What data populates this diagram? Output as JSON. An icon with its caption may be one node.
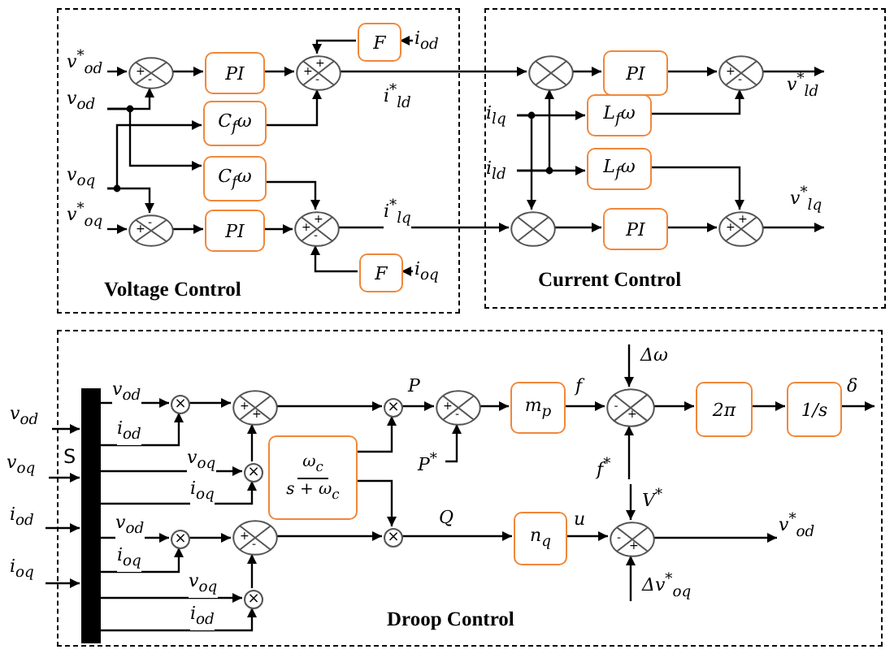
{
  "diagram": {
    "nodes": [
      {
        "text": [
          "Voltage Control"
        ]
      },
      {
        "text": [
          "v$^{*}$$_{od}$"
        ],
        "in": 0
      },
      {
        "text": [
          "v$_{od}$"
        ],
        "in": 0
      },
      {
        "text": [
          "v$_{oq}$"
        ],
        "in": 0
      },
      {
        "text": [
          "v$^{*}$$_{oq}$"
        ],
        "in": 0
      },
      {
        "text": [
          "+",
          "-"
        ],
        "in": 0
      },
      {
        "text": [
          "PI"
        ],
        "in": 0
      },
      {
        "text": [
          "C$_{f}$ω"
        ],
        "in": 0
      },
      {
        "text": [
          "C$_{f}$ω"
        ],
        "in": 0
      },
      {
        "text": [
          "+",
          "-"
        ],
        "in": 0
      },
      {
        "text": [
          "PI"
        ],
        "in": 0
      },
      {
        "text": [
          "F"
        ],
        "in": 0
      },
      {
        "text": [
          "i$_{od}$"
        ],
        "in": 0
      },
      {
        "text": [
          "+",
          "+",
          "-"
        ],
        "in": 0
      },
      {
        "text": [
          "+",
          "+",
          "-"
        ],
        "in": 0
      },
      {
        "text": [
          "F"
        ],
        "in": 0
      },
      {
        "text": [
          "i$_{oq}$"
        ],
        "in": 0
      },
      {
        "text": [
          "Current Control"
        ]
      },
      {
        "text": [],
        "shape": "circle",
        "in": 17
      },
      {
        "text": [
          "PI"
        ],
        "in": 17
      },
      {
        "text": [
          "i$_{lq}$"
        ],
        "in": 17
      },
      {
        "text": [
          "i$_{ld}$"
        ],
        "in": 17
      },
      {
        "text": [
          "L$_{f}$ω"
        ],
        "in": 17
      },
      {
        "text": [
          "L$_{f}$ω"
        ],
        "in": 17
      },
      {
        "text": [],
        "shape": "circle",
        "in": 17
      },
      {
        "text": [
          "PI"
        ],
        "in": 17
      },
      {
        "text": [
          "+",
          "-"
        ],
        "in": 17
      },
      {
        "text": [
          "+",
          "+"
        ],
        "in": 17
      },
      {
        "text": [
          "Droop Control"
        ]
      },
      {
        "text": [
          "v$_{od}$"
        ]
      },
      {
        "text": [
          "v$_{oq}$"
        ]
      },
      {
        "text": [
          "i$_{od}$"
        ]
      },
      {
        "text": [
          "i$_{oq}$"
        ]
      },
      {
        "text": [],
        "shape": "bar",
        "in": 28,
        "beside": [
          "S"
        ]
      },
      {
        "text": [
          "×"
        ],
        "in": 28
      },
      {
        "text": [
          "×"
        ],
        "in": 28
      },
      {
        "text": [
          "×"
        ],
        "in": 28
      },
      {
        "text": [
          "×"
        ],
        "in": 28
      },
      {
        "text": [
          "+",
          "+"
        ],
        "in": 28
      },
      {
        "text": [
          "+",
          "-"
        ],
        "in": 28
      },
      {
        "text": [
          "ω$_{c}$",
          "s + ω$_{c}$"
        ],
        "in": 28
      },
      {
        "text": [
          "×"
        ],
        "in": 28
      },
      {
        "text": [
          "×"
        ],
        "in": 28
      },
      {
        "text": [
          "+",
          "-"
        ],
        "in": 28
      },
      {
        "text": [
          "P$^{*}$"
        ],
        "in": 28
      },
      {
        "text": [
          "m$_{p}$"
        ],
        "in": 28
      },
      {
        "text": [
          "Δω"
        ],
        "in": 28
      },
      {
        "text": [
          "f$^{*}$"
        ],
        "in": 28
      },
      {
        "text": [
          "-",
          "+"
        ],
        "in": 28
      },
      {
        "text": [
          "2π"
        ],
        "in": 28
      },
      {
        "text": [
          "1/s"
        ],
        "in": 28
      },
      {
        "text": [
          "n$_{q}$"
        ],
        "in": 28
      },
      {
        "text": [
          "V$^{*}$"
        ],
        "in": 28
      },
      {
        "text": [
          "Δv$^{*}$$_{oq}$"
        ],
        "in": 28
      },
      {
        "text": [
          "-",
          "+"
        ],
        "in": 28
      },
      {
        "text": [
          "v$^{*}$$_{ld}$"
        ],
        "in": 17
      },
      {
        "text": [
          "v$^{*}$$_{lq}$"
        ],
        "in": 17
      },
      {
        "text": [
          "δ"
        ],
        "in": 28
      },
      {
        "text": [
          "v$^{*}$$_{od}$"
        ],
        "in": 28
      }
    ],
    "edges": [
      {
        "from": 1,
        "to": 5,
        "arrow": "to"
      },
      {
        "from": 2,
        "to": 5,
        "arrow": "to"
      },
      {
        "from": 2,
        "to": 8,
        "arrow": "to"
      },
      {
        "from": 3,
        "to": 7,
        "arrow": "to"
      },
      {
        "from": 3,
        "to": 9,
        "arrow": "to"
      },
      {
        "from": 4,
        "to": 9,
        "arrow": "to"
      },
      {
        "from": 5,
        "to": 6,
        "arrow": "to"
      },
      {
        "from": 6,
        "to": 13,
        "arrow": "to"
      },
      {
        "from": 7,
        "to": 13,
        "arrow": "to"
      },
      {
        "from": 12,
        "to": 11,
        "arrow": "to"
      },
      {
        "from": 11,
        "to": 13,
        "arrow": "to"
      },
      {
        "from": 9,
        "to": 10,
        "arrow": "to"
      },
      {
        "from": 10,
        "to": 14,
        "arrow": "to"
      },
      {
        "from": 8,
        "to": 14,
        "arrow": "to"
      },
      {
        "from": 16,
        "to": 15,
        "arrow": "to"
      },
      {
        "from": 15,
        "to": 14,
        "arrow": "to"
      },
      {
        "from": 13,
        "to": 18,
        "arrow": "to",
        "label": "i$^{*}$$_{ld}$"
      },
      {
        "from": 14,
        "to": 24,
        "arrow": "to",
        "label": "i$^{*}$$_{lq}$"
      },
      {
        "from": 20,
        "to": 22,
        "arrow": "to"
      },
      {
        "from": 20,
        "to": 24,
        "arrow": "to"
      },
      {
        "from": 21,
        "to": 23,
        "arrow": "to"
      },
      {
        "from": 21,
        "to": 18,
        "arrow": "to"
      },
      {
        "from": 18,
        "to": 19,
        "arrow": "to"
      },
      {
        "from": 19,
        "to": 26,
        "arrow": "to"
      },
      {
        "from": 22,
        "to": 26,
        "arrow": "to"
      },
      {
        "from": 26,
        "to": 55,
        "arrow": "to"
      },
      {
        "from": 23,
        "to": 27,
        "arrow": "to"
      },
      {
        "from": 24,
        "to": 25,
        "arrow": "to"
      },
      {
        "from": 25,
        "to": 27,
        "arrow": "to"
      },
      {
        "from": 27,
        "to": 56,
        "arrow": "to"
      },
      {
        "from": 29,
        "to": 33,
        "arrow": "to"
      },
      {
        "from": 30,
        "to": 33,
        "arrow": "to"
      },
      {
        "from": 31,
        "to": 33,
        "arrow": "to"
      },
      {
        "from": 32,
        "to": 33,
        "arrow": "to"
      },
      {
        "from": 33,
        "to": 34,
        "arrow": "to",
        "label": "v$_{od}$"
      },
      {
        "from": 33,
        "to": 34,
        "arrow": "to",
        "label": "i$_{od}$"
      },
      {
        "from": 33,
        "to": 35,
        "arrow": "to",
        "label": "v$_{oq}$"
      },
      {
        "from": 33,
        "to": 35,
        "arrow": "to",
        "label": "i$_{oq}$"
      },
      {
        "from": 33,
        "to": 36,
        "arrow": "to",
        "label": "v$_{od}$"
      },
      {
        "from": 33,
        "to": 36,
        "arrow": "to",
        "label": "i$_{oq}$"
      },
      {
        "from": 33,
        "to": 37,
        "arrow": "to",
        "label": "v$_{oq}$"
      },
      {
        "from": 33,
        "to": 37,
        "arrow": "to",
        "label": "i$_{od}$"
      },
      {
        "from": 34,
        "to": 38,
        "arrow": "to"
      },
      {
        "from": 35,
        "to": 38,
        "arrow": "to"
      },
      {
        "from": 36,
        "to": 39,
        "arrow": "to"
      },
      {
        "from": 37,
        "to": 39,
        "arrow": "to"
      },
      {
        "from": 38,
        "to": 41,
        "arrow": "to"
      },
      {
        "from": 40,
        "to": 41,
        "arrow": "to"
      },
      {
        "from": 39,
        "to": 42,
        "arrow": "to"
      },
      {
        "from": 40,
        "to": 42,
        "arrow": "to"
      },
      {
        "from": 41,
        "to": 43,
        "arrow": "to",
        "label": "P"
      },
      {
        "from": 44,
        "to": 43,
        "arrow": "to"
      },
      {
        "from": 43,
        "to": 45,
        "arrow": "to"
      },
      {
        "from": 45,
        "to": 48,
        "arrow": "to",
        "label": "f"
      },
      {
        "from": 46,
        "to": 48,
        "arrow": "to"
      },
      {
        "from": 47,
        "to": 48,
        "arrow": "to"
      },
      {
        "from": 48,
        "to": 49,
        "arrow": "to"
      },
      {
        "from": 49,
        "to": 50,
        "arrow": "to"
      },
      {
        "from": 50,
        "to": 57,
        "arrow": "to"
      },
      {
        "from": 42,
        "to": 51,
        "arrow": "to",
        "label": "Q"
      },
      {
        "from": 51,
        "to": 54,
        "arrow": "to",
        "label": "u"
      },
      {
        "from": 52,
        "to": 54,
        "arrow": "to"
      },
      {
        "from": 53,
        "to": 54,
        "arrow": "to"
      },
      {
        "from": 54,
        "to": 58,
        "arrow": "to"
      }
    ]
  }
}
